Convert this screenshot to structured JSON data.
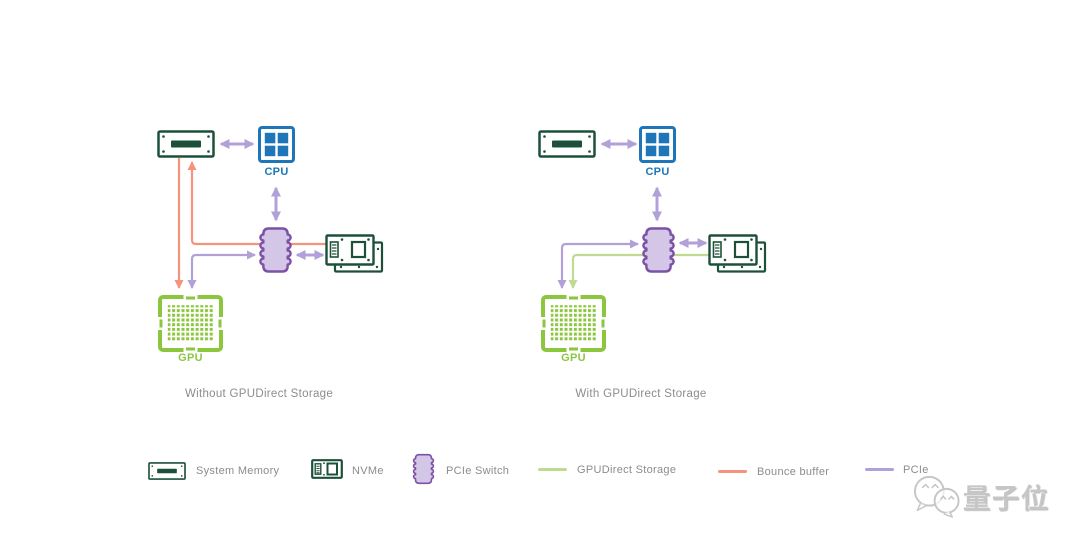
{
  "colors": {
    "pink": "#F5937F",
    "purple": "#B2A0D8",
    "green": "#BFDB90",
    "blue": "#1E76B8",
    "dark-green": "#1D5038",
    "gpu-green": "#8CC63F",
    "switch-border": "#7C52A5",
    "switch-fill": "#D3C6E6",
    "text-gray": "#8C8C8C",
    "watermark-gray": "#C6C6C6"
  },
  "diagrams": [
    {
      "caption": "Without GPUDirect Storage",
      "cpu_label": "CPU",
      "gpu_label": "GPU"
    },
    {
      "caption": "With GPUDirect Storage",
      "cpu_label": "CPU",
      "gpu_label": "GPU"
    }
  ],
  "legend": {
    "items": [
      {
        "label": "System Memory",
        "icon": "system-memory-icon"
      },
      {
        "label": "NVMe",
        "icon": "nvme-icon"
      },
      {
        "label": "PCIe Switch",
        "icon": "pcie-switch-icon"
      },
      {
        "label": "GPUDirect Storage",
        "icon": "green-line-swatch"
      },
      {
        "label": "Bounce buffer",
        "icon": "pink-line-swatch"
      },
      {
        "label": "PCIe",
        "icon": "purple-line-swatch"
      }
    ]
  },
  "watermark": {
    "text": "量子位"
  }
}
